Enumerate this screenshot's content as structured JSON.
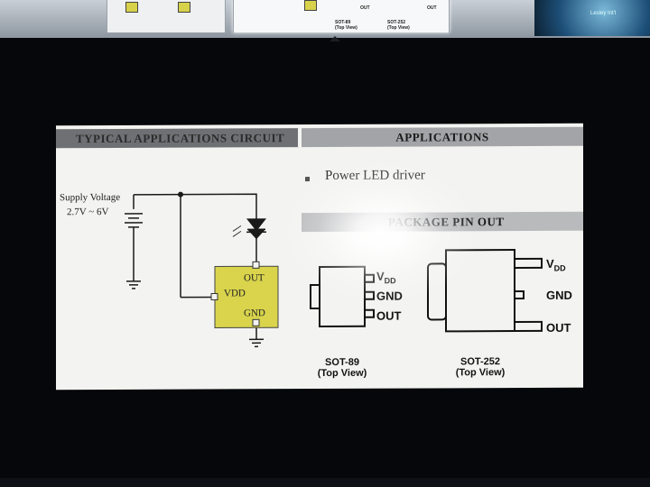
{
  "thumbnails": {
    "slot1_label": "",
    "sot89_caption": "SOT-89\n(Top View)",
    "sot252_caption": "SOT-252\n(Top View)",
    "out_label": "OUT",
    "corner_text": "Lesley Int'l"
  },
  "slide": {
    "header_left": "TYPICAL APPLICATIONS CIRCUIT",
    "header_right": "APPLICATIONS",
    "header_package": "PACKAGE PIN OUT",
    "applications": [
      "Power LED driver"
    ],
    "circuit": {
      "supply_label": "Supply Voltage",
      "supply_range": "2.7V ~ 6V",
      "pin_out": "OUT",
      "pin_vdd": "VDD",
      "pin_gnd": "GND"
    },
    "sot89": {
      "caption_line1": "SOT-89",
      "caption_line2": "(Top View)",
      "pin_vdd": "V",
      "pin_vdd_sub": "DD",
      "pin_gnd": "GND",
      "pin_out": "OUT"
    },
    "sot252": {
      "caption_line1": "SOT-252",
      "caption_line2": "(Top View)",
      "pin_vdd": "V",
      "pin_vdd_sub": "DD",
      "pin_gnd": "GND",
      "pin_out": "OUT"
    }
  },
  "colors": {
    "ic_fill": "#d9d44c",
    "header_dark": "#6f7074",
    "header_light": "#a3a4a7",
    "background": "#05070a"
  }
}
